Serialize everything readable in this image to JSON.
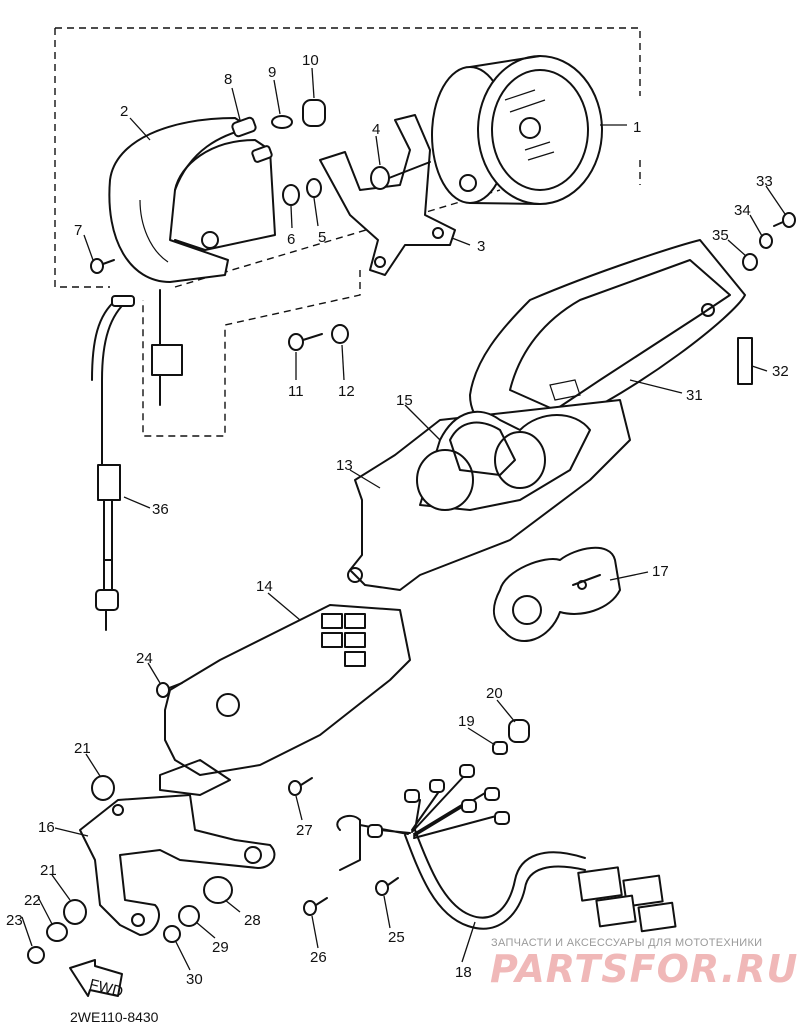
{
  "diagram": {
    "drawing_code": "2WE110-8430",
    "fwd_label": "FWD",
    "watermark": {
      "tagline": "ЗАПЧАСТИ И АКСЕССУАРЫ ДЛЯ МОТОТЕХНИКИ",
      "brand": "PARTSFOR.RU"
    },
    "callouts": [
      "1",
      "2",
      "3",
      "4",
      "5",
      "6",
      "7",
      "8",
      "9",
      "10",
      "11",
      "12",
      "13",
      "14",
      "15",
      "16",
      "17",
      "18",
      "19",
      "20",
      "21",
      "21",
      "22",
      "23",
      "24",
      "25",
      "26",
      "27",
      "28",
      "29",
      "30",
      "31",
      "32",
      "33",
      "34",
      "35",
      "36"
    ]
  }
}
